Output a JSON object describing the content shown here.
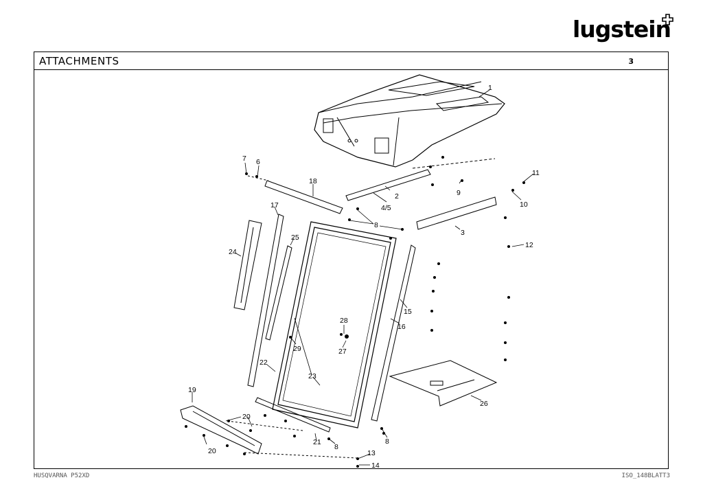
{
  "brand": {
    "name": "lugstein"
  },
  "header": {
    "title": "ATTACHMENTS",
    "page": "3"
  },
  "footer": {
    "model": "HUSQVARNA P52XD",
    "code": "ISO_148BLATT3"
  },
  "callouts": [
    {
      "id": "c1",
      "label": "1"
    },
    {
      "id": "c2",
      "label": "2"
    },
    {
      "id": "c3",
      "label": "3"
    },
    {
      "id": "c45",
      "label": "4/5"
    },
    {
      "id": "c6",
      "label": "6"
    },
    {
      "id": "c7",
      "label": "7"
    },
    {
      "id": "c8a",
      "label": "8"
    },
    {
      "id": "c8b",
      "label": "8"
    },
    {
      "id": "c8c",
      "label": "8"
    },
    {
      "id": "c9",
      "label": "9"
    },
    {
      "id": "c10",
      "label": "10"
    },
    {
      "id": "c11",
      "label": "11"
    },
    {
      "id": "c12",
      "label": "12"
    },
    {
      "id": "c13",
      "label": "13"
    },
    {
      "id": "c14",
      "label": "14"
    },
    {
      "id": "c15",
      "label": "15"
    },
    {
      "id": "c16",
      "label": "16"
    },
    {
      "id": "c17",
      "label": "17"
    },
    {
      "id": "c18",
      "label": "18"
    },
    {
      "id": "c19",
      "label": "19"
    },
    {
      "id": "c20a",
      "label": "20"
    },
    {
      "id": "c20b",
      "label": "20"
    },
    {
      "id": "c21",
      "label": "21"
    },
    {
      "id": "c22",
      "label": "22"
    },
    {
      "id": "c23",
      "label": "23"
    },
    {
      "id": "c24",
      "label": "24"
    },
    {
      "id": "c25",
      "label": "25"
    },
    {
      "id": "c26",
      "label": "26"
    },
    {
      "id": "c27",
      "label": "27"
    },
    {
      "id": "c28",
      "label": "28"
    },
    {
      "id": "c29",
      "label": "29"
    }
  ]
}
